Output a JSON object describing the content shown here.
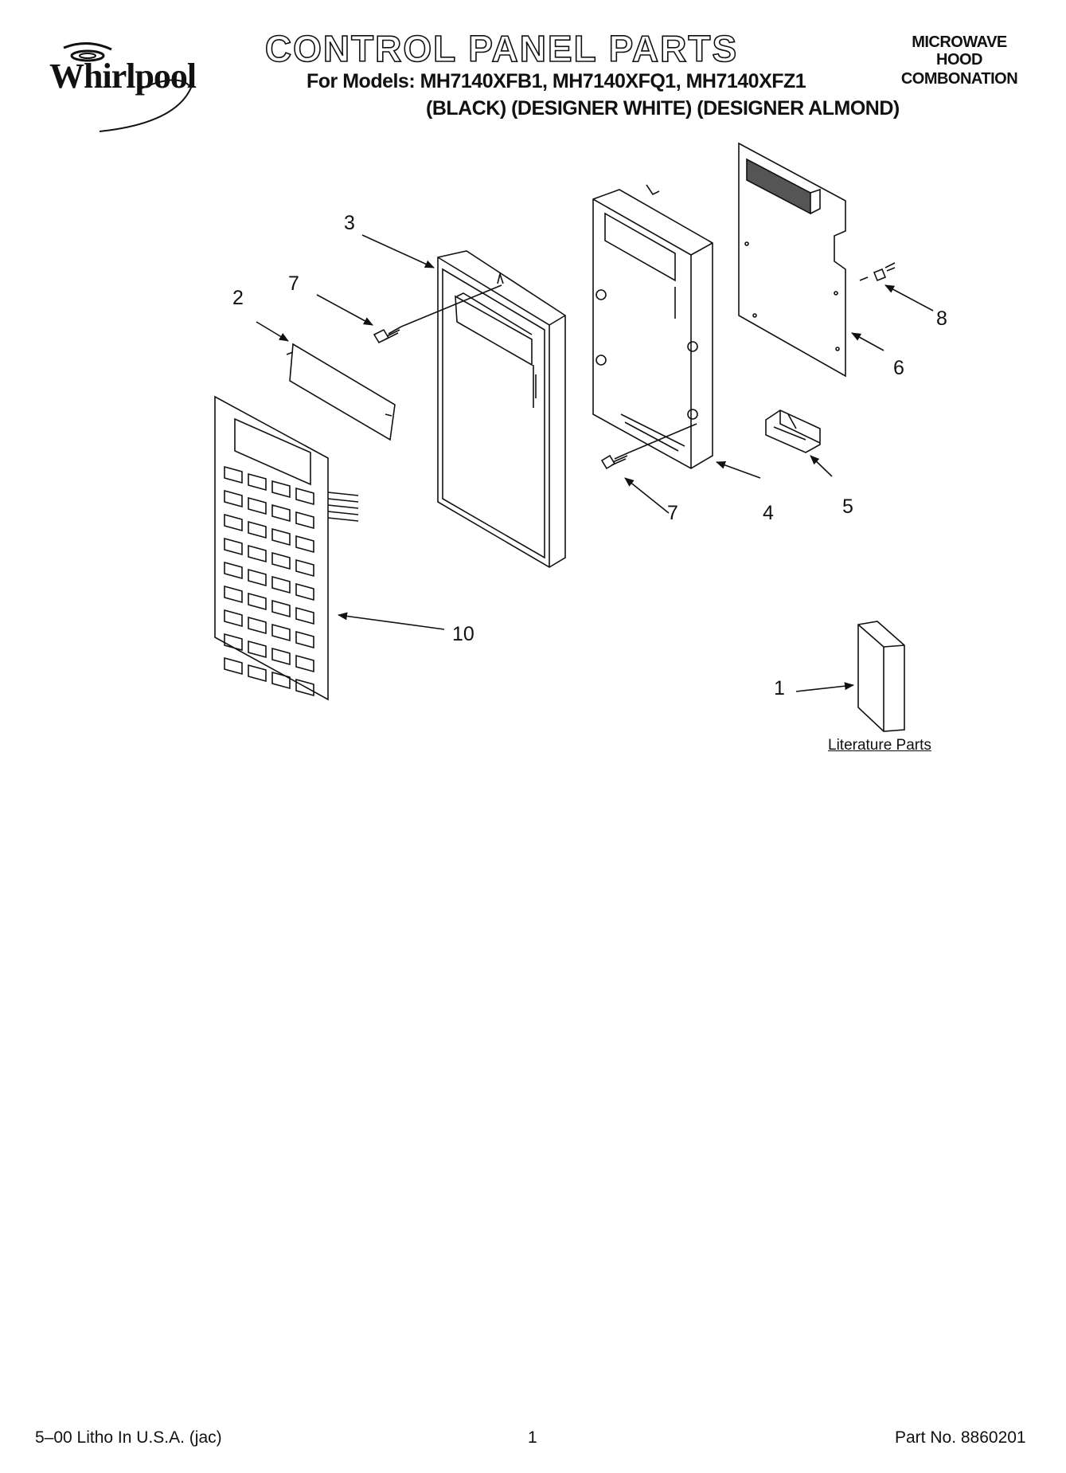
{
  "header": {
    "brand": "Whirlpool",
    "title": "CONTROL PANEL PARTS",
    "models_line": "For Models: MH7140XFB1, MH7140XFQ1, MH7140XFZ1",
    "colors_line": "(BLACK) (DESIGNER WHITE) (DESIGNER ALMOND)",
    "category": [
      "MICROWAVE",
      "HOOD",
      "COMBONATION"
    ]
  },
  "callouts": [
    "3",
    "2",
    "7",
    "7",
    "4",
    "5",
    "8",
    "6",
    "10",
    "1"
  ],
  "literature_label": "Literature Parts",
  "footer": {
    "left": "5–00 Litho In U.S.A. (jac)",
    "page": "1",
    "part_no": "Part No. 8860201"
  },
  "colors": {
    "ink": "#111111",
    "paper": "#ffffff"
  }
}
